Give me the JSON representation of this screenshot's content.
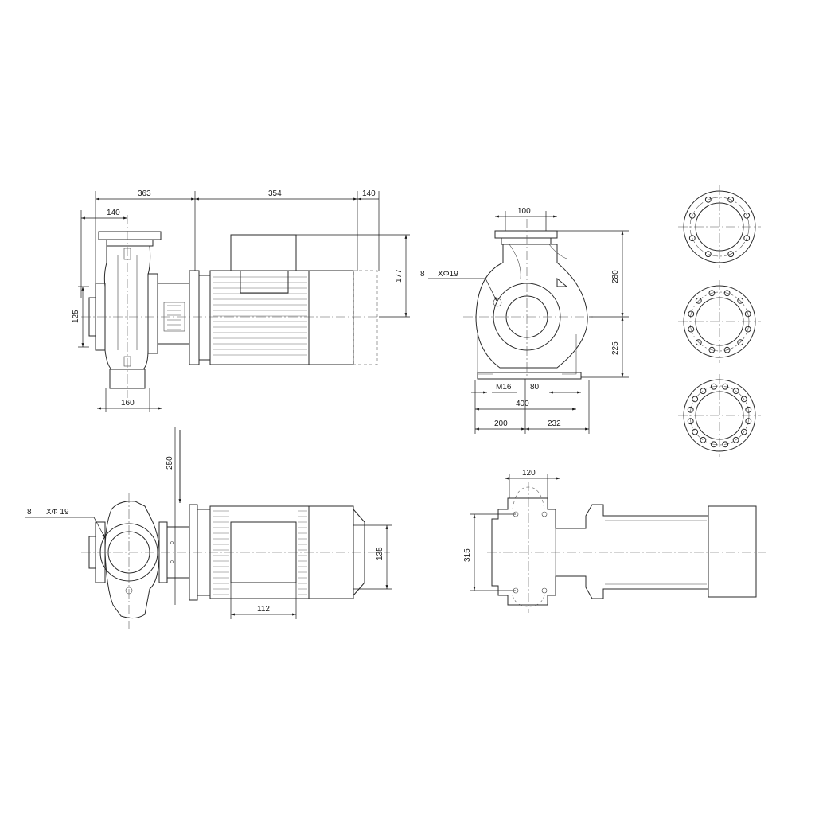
{
  "colors": {
    "line": "#2a2a2a",
    "background": "#ffffff"
  },
  "dimensions": {
    "side_view": {
      "d363": "363",
      "d354": "354",
      "d140_right": "140",
      "d140_left": "140",
      "d177": "177",
      "d125": "125",
      "d160": "160"
    },
    "front_view": {
      "d100": "100",
      "d280": "280",
      "d225": "225",
      "bolt_count": "8",
      "bolt_spec": "XΦ19",
      "thread": "M16",
      "d80": "80",
      "d400": "400",
      "d200": "200",
      "d232": "232"
    },
    "top_view": {
      "d250": "250",
      "bolt_count": "8",
      "bolt_spec": "XΦ 19",
      "d135": "135",
      "d112": "112"
    },
    "base_view": {
      "d120": "120",
      "d315": "315"
    }
  },
  "flange_patterns": [
    {
      "holes": 8
    },
    {
      "holes": 12
    },
    {
      "holes": 16
    }
  ]
}
